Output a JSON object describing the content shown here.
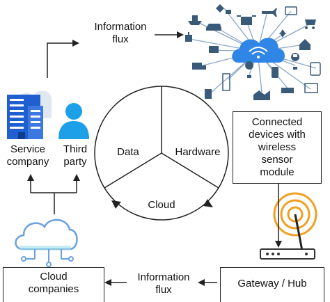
{
  "labels": {
    "information_flux_top_line1": "Information",
    "information_flux_top_line2": "flux",
    "service_company_line1": "Service",
    "service_company_line2": "company",
    "third_party_line1": "Third",
    "third_party_line2": "party",
    "cycle_data": "Data",
    "cycle_hardware": "Hardware",
    "cycle_cloud": "Cloud",
    "connected_devices_line1": "Connected",
    "connected_devices_line2": "devices with",
    "connected_devices_line3": "wireless",
    "connected_devices_line4": "sensor",
    "connected_devices_line5": "module",
    "information_flux_bottom_line1": "Information",
    "information_flux_bottom_line2": "flux",
    "cloud_companies_line1": "Cloud",
    "cloud_companies_line2": "companies",
    "gateway_hub": "Gateway / Hub"
  },
  "colors": {
    "line": "#222222",
    "building_blue": "#1f5fd0",
    "person_blue": "#1ea0e8",
    "cloud_blue": "#2f86e6",
    "icon_dark": "#3a5a7a",
    "router_orange": "#f0a020"
  },
  "icons": [
    "ship-icon",
    "satellite-icon",
    "airplane-icon",
    "card-icon",
    "drone-icon",
    "car-icon",
    "robot-icon",
    "shopping-cart-icon",
    "printer-icon",
    "fan-icon",
    "house-icon",
    "truck-icon",
    "bulb-icon",
    "phone-icon",
    "watch-icon",
    "tablet-icon",
    "battery-icon",
    "fuel-pump-icon",
    "factory-icon",
    "router-icon",
    "monitor-icon",
    "wifi-cloud-icon",
    "building-icon",
    "person-icon",
    "cloud-network-icon",
    "wireless-router-icon"
  ]
}
